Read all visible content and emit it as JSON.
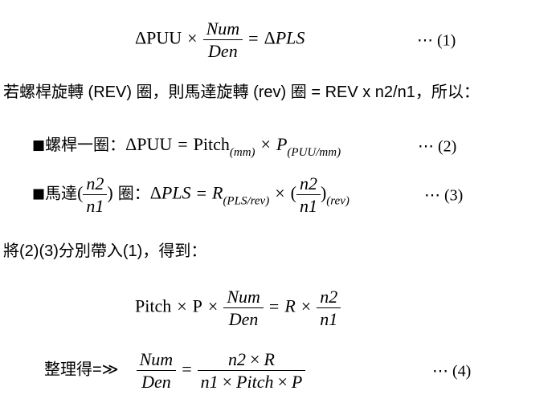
{
  "colors": {
    "background": "#ffffff",
    "text": "#000000"
  },
  "paragraphs": {
    "p1": "若螺桿旋轉 (REV) 圈，則馬達旋轉 (rev) 圈 = REV x n2/n1，所以：",
    "p2": "將(2)(3)分別帶入(1)，得到："
  },
  "equations": {
    "eq1": {
      "lhs": "ΔPUU",
      "times": "×",
      "num": "Num",
      "den": "Den",
      "equals": "=",
      "rhs_delta": "Δ",
      "rhs_var": "PLS",
      "tag": "⋯ (1)"
    },
    "eq2": {
      "bullet": "■",
      "label": "螺桿一圈",
      "colon": "：",
      "lhs": "ΔPUU",
      "equals": "=",
      "base1": "Pitch",
      "sub1": "(mm)",
      "times": "×",
      "base2": "P",
      "sub2": "(PUU/mm)",
      "tag": "⋯ (2)"
    },
    "eq3": {
      "bullet": "■",
      "label": "馬達",
      "lparen": "(",
      "fnum": "n2",
      "fden": "n1",
      "rparen": ")",
      "label2": "圈",
      "colon": "：",
      "lhs_delta": "Δ",
      "lhs_var": "PLS",
      "equals": "=",
      "base1": "R",
      "sub1": "(PLS/rev)",
      "times": "×",
      "lparen2": "(",
      "fnum2": "n2",
      "fden2": "n1",
      "rparen2": ")",
      "sub2": "(rev)",
      "tag": "⋯ (3)"
    },
    "eq5": {
      "t1": "Pitch",
      "op1": "×",
      "t2": "P",
      "op2": "×",
      "num1": "Num",
      "den1": "Den",
      "equals": "=",
      "t3": "R",
      "op3": "×",
      "num2": "n2",
      "den2": "n1"
    },
    "eq4": {
      "lead": "整理得=≫",
      "num1": "Num",
      "den1": "Den",
      "equals": "=",
      "num2a": "n2",
      "num2b": "×",
      "num2c": "R",
      "den2a": "n1",
      "den2b": "×",
      "den2c": "Pitch",
      "den2d": "×",
      "den2e": "P",
      "tag": "⋯ (4)"
    }
  }
}
